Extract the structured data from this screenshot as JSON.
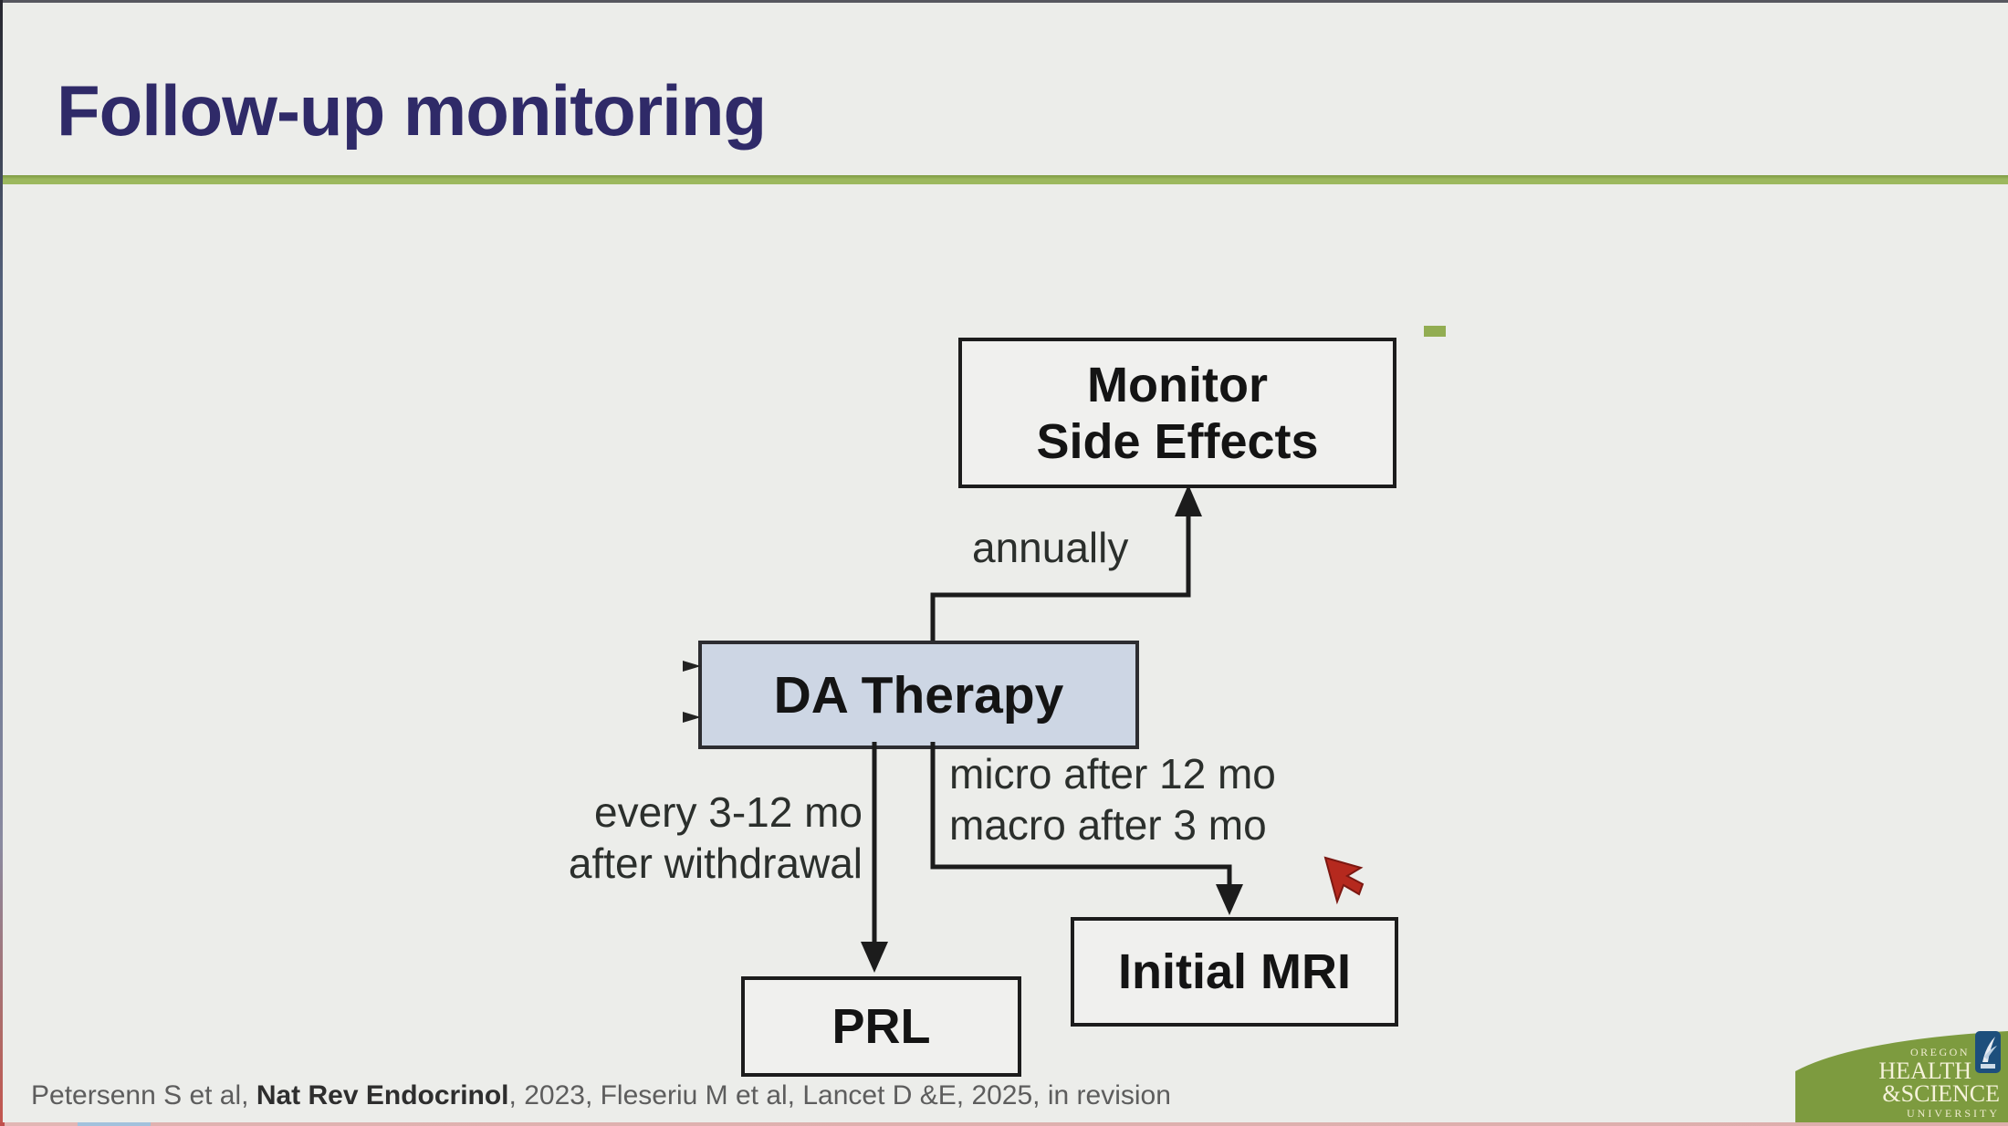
{
  "slide": {
    "title": "Follow-up monitoring",
    "citation": {
      "prefix": "Petersenn S et al, ",
      "journal": "Nat Rev Endocrinol",
      "suffix": ", 2023, Fleseriu M et al, Lancet D &E, 2025, in revision"
    }
  },
  "diagram": {
    "boxes": {
      "monitor": {
        "line1": "Monitor",
        "line2": "Side Effects"
      },
      "da": {
        "label": "DA Therapy"
      },
      "prl": {
        "label": "PRL"
      },
      "mri": {
        "label": "Initial MRI"
      }
    },
    "labels": {
      "annually": "annually",
      "withdrawal_line1": "every 3-12 mo",
      "withdrawal_line2": "after withdrawal",
      "mri_line1": "micro after 12 mo",
      "mri_line2": "macro after 3 mo"
    }
  },
  "logo": {
    "line1": "OREGON",
    "line2": "HEALTH",
    "line3": "&SCIENCE",
    "line4": "UNIVERSITY"
  },
  "colors": {
    "accent_green": "#9cb85e",
    "dash_green": "#92ad52",
    "title_navy": "#2f2a68",
    "da_fill": "#cdd6e4",
    "logo_green": "#7d9b3f",
    "badge_blue": "#1d4f7c",
    "cursor_red": "#b5291e",
    "line_black": "#1c1c1c"
  }
}
